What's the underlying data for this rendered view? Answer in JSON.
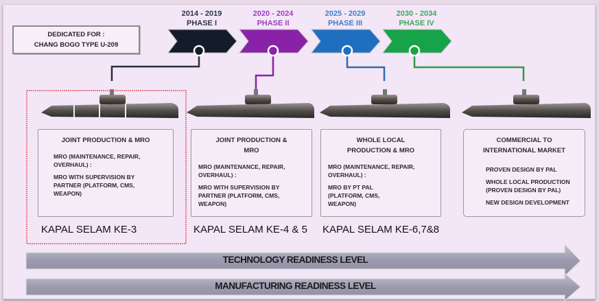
{
  "dedicated": {
    "line1": "DEDICATED FOR :",
    "line2": "CHANG BOGO TYPE U-209"
  },
  "phases": [
    {
      "years": "2014 - 2019",
      "name": "PHASE I",
      "color": "#141c2c"
    },
    {
      "years": "2020 - 2024",
      "name": "PHASE II",
      "color": "#8a22a8"
    },
    {
      "years": "2025 - 2029",
      "name": "PHASE III",
      "color": "#1f6fc0"
    },
    {
      "years": "2030 - 2034",
      "name": "PHASE IV",
      "color": "#16a34a"
    }
  ],
  "cards": [
    {
      "title": "JOINT PRODUCTION & MRO",
      "lines": [
        "MRO (MAINTENANCE, REPAIR, OVERHAUL) :",
        "MRO WITH SUPERVISION BY PARTNER (PLATFORM, CMS, WEAPON)"
      ],
      "caption": "KAPAL SELAM KE-3"
    },
    {
      "title": "JOINT PRODUCTION & MRO",
      "lines": [
        "MRO (MAINTENANCE, REPAIR, OVERHAUL) :",
        "MRO WITH SUPERVISION BY PARTNER (PLATFORM, CMS, WEAPON)"
      ],
      "caption": "KAPAL SELAM KE-4 & 5"
    },
    {
      "title": "WHOLE LOCAL PRODUCTION & MRO",
      "lines": [
        "MRO (MAINTENANCE, REPAIR, OVERHAUL) :",
        "MRO BY PT PAL (PLATFORM, CMS, WEAPON)"
      ],
      "caption": "KAPAL SELAM KE-6,7&8"
    },
    {
      "title": "COMMERCIAL TO INTERNATIONAL MARKET",
      "lines": [
        "PROVEN DESIGN BY PAL",
        "WHOLE LOCAL PRODUCTION (PROVEN DESIGN BY PAL)",
        "NEW DESIGN DEVELOPMENT"
      ]
    }
  ],
  "arrows": {
    "trl": "TECHNOLOGY READINESS LEVEL",
    "mrl": "MANUFACTURING READINESS LEVEL"
  }
}
